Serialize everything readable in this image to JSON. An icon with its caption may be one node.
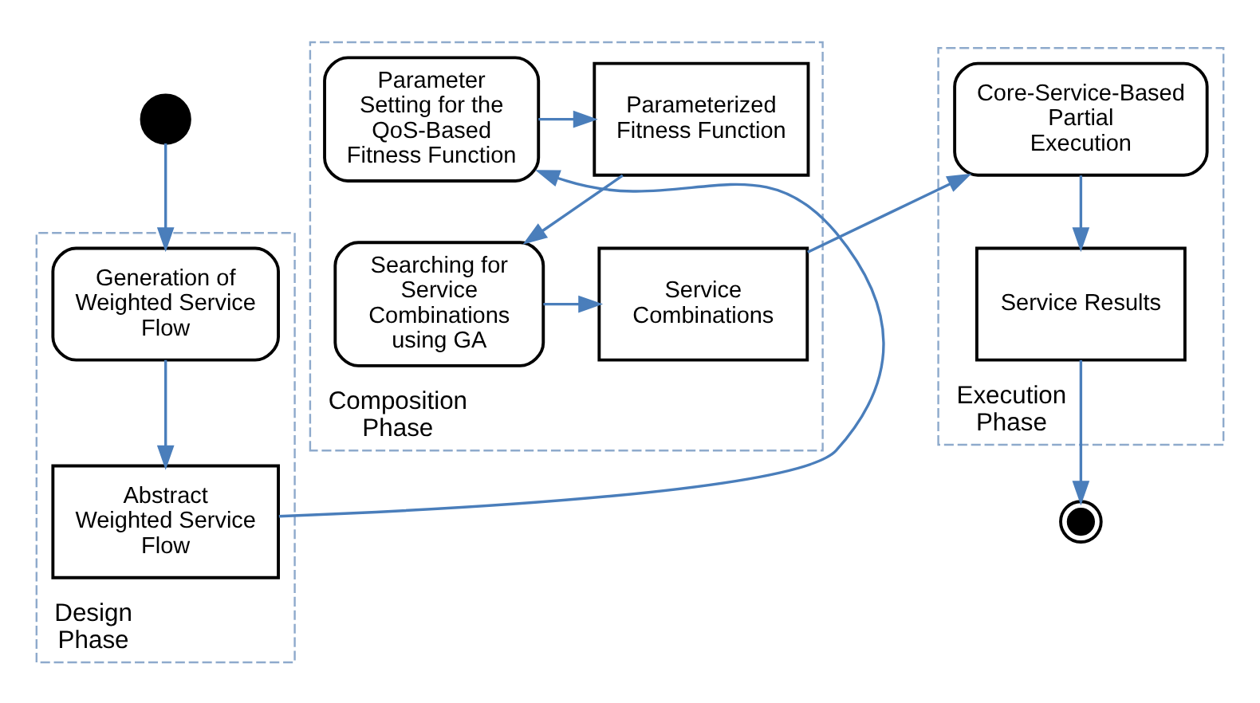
{
  "diagram": {
    "nodes": [
      {
        "text": [],
        "shape": "circle"
      },
      {
        "text": [
          "Design Phase"
        ]
      },
      {
        "text": [
          "Generation of Weighted Service Flow"
        ],
        "in": 1
      },
      {
        "text": [
          "Abstract Weighted Service Flow"
        ],
        "in": 1
      },
      {
        "text": [
          "Composition Phase"
        ]
      },
      {
        "text": [
          "Parameter Setting for the QoS-Based Fitness Function"
        ],
        "in": 4
      },
      {
        "text": [
          "Parameterized Fitness Function"
        ],
        "in": 4
      },
      {
        "text": [
          "Searching for Service Combinations using GA"
        ],
        "in": 4
      },
      {
        "text": [
          "Service Combinations"
        ],
        "in": 4
      },
      {
        "text": [
          "Execution Phase"
        ]
      },
      {
        "text": [
          "Core-Service-Based Partial Execution"
        ],
        "in": 9
      },
      {
        "text": [
          "Service Results"
        ],
        "in": 9
      },
      {
        "text": [],
        "shape": "circle"
      }
    ],
    "edges": [
      {
        "from": 0,
        "to": 2,
        "arrow": "to"
      },
      {
        "from": 2,
        "to": 3,
        "arrow": "to"
      },
      {
        "from": 3,
        "to": 5,
        "arrow": "to"
      },
      {
        "from": 5,
        "to": 6,
        "arrow": "to"
      },
      {
        "from": 6,
        "to": 7,
        "arrow": "to"
      },
      {
        "from": 7,
        "to": 8,
        "arrow": "to"
      },
      {
        "from": 8,
        "to": 10,
        "arrow": "to"
      },
      {
        "from": 10,
        "to": 11,
        "arrow": "to"
      },
      {
        "from": 11,
        "to": 12,
        "arrow": "to"
      }
    ]
  }
}
